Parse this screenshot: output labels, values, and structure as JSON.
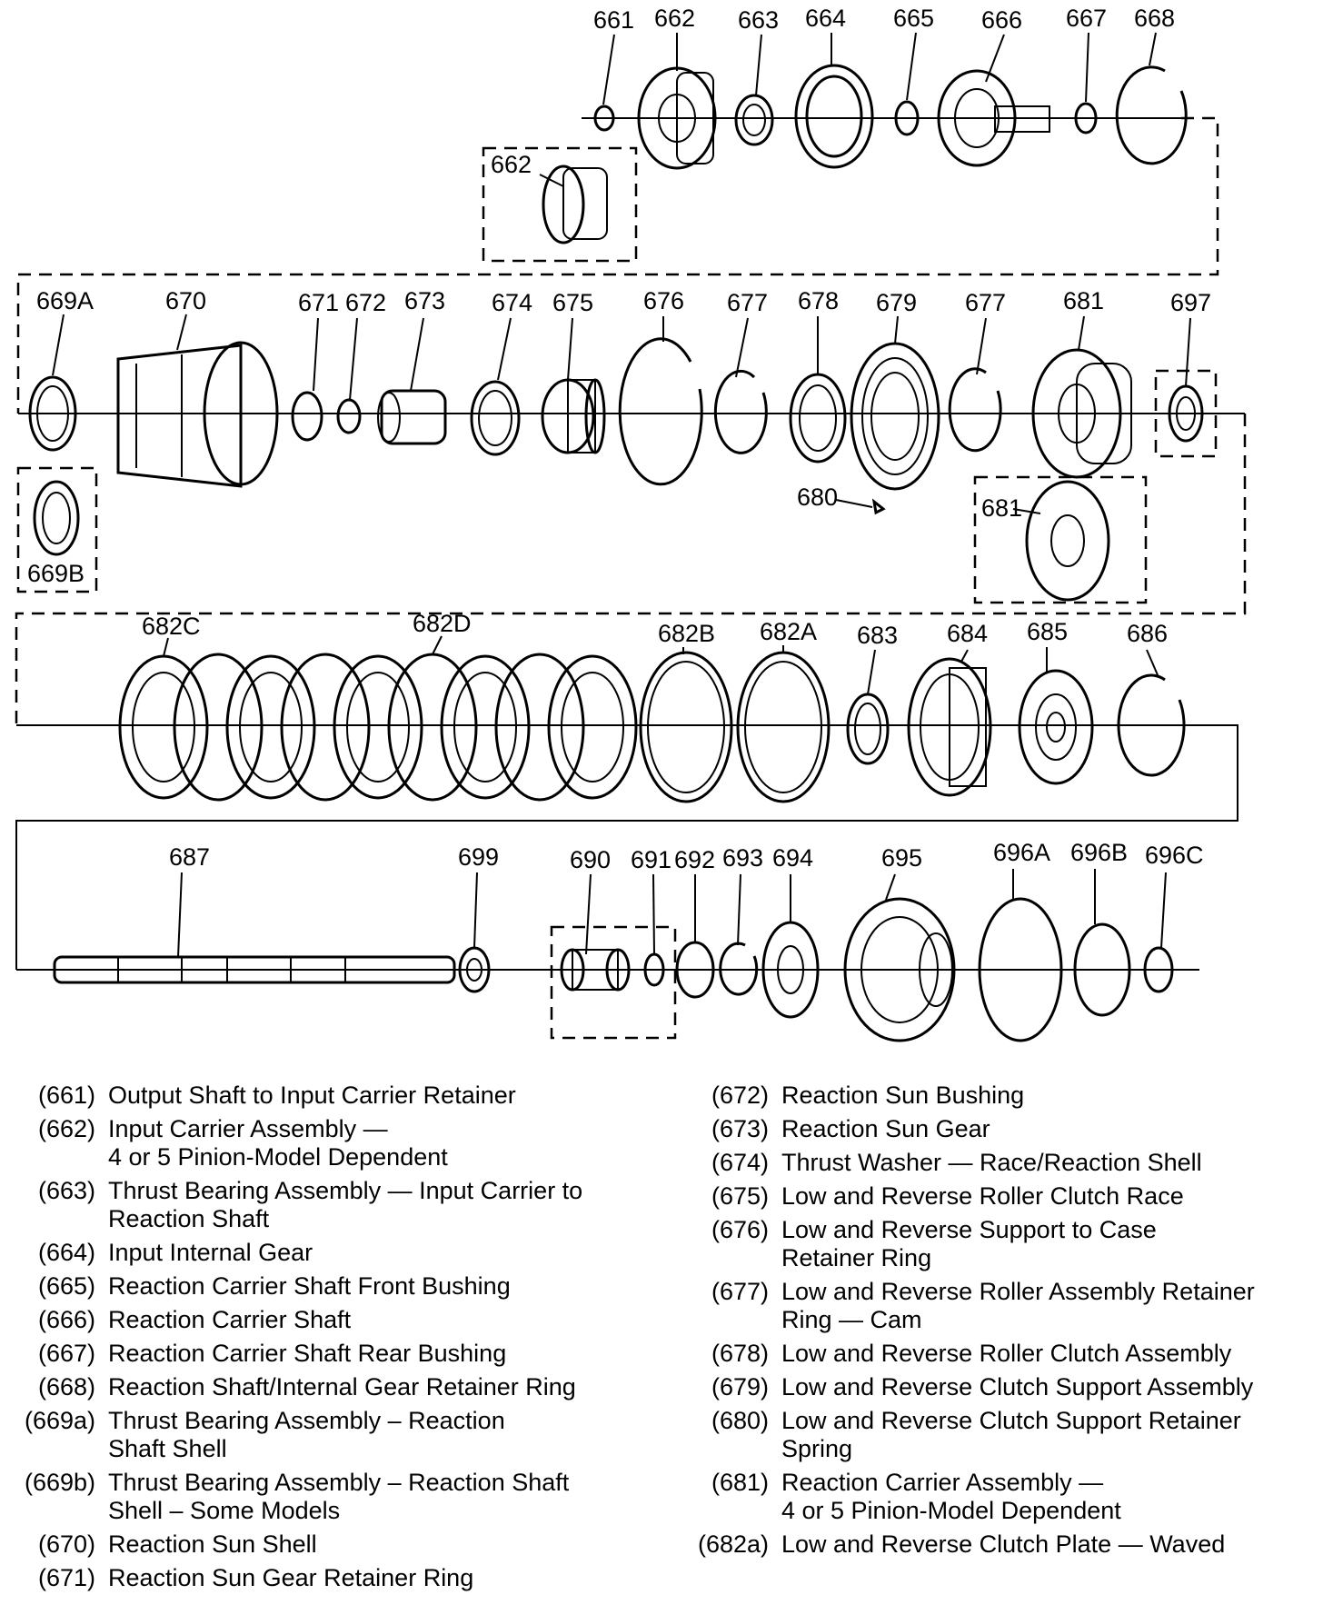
{
  "labels": {
    "l661": "661",
    "l662": "662",
    "l662b": "662",
    "l663": "663",
    "l664": "664",
    "l665": "665",
    "l666": "666",
    "l667": "667",
    "l668": "668",
    "l669A": "669A",
    "l669B": "669B",
    "l670": "670",
    "l671": "671",
    "l672": "672",
    "l673": "673",
    "l674": "674",
    "l675": "675",
    "l676": "676",
    "l677a": "677",
    "l678": "678",
    "l679": "679",
    "l677b": "677",
    "l681": "681",
    "l681b": "681",
    "l697": "697",
    "l680": "680",
    "l682C": "682C",
    "l682D": "682D",
    "l682B": "682B",
    "l682A": "682A",
    "l683": "683",
    "l684": "684",
    "l685": "685",
    "l686": "686",
    "l687": "687",
    "l699": "699",
    "l690": "690",
    "l691": "691",
    "l692": "692",
    "l693": "693",
    "l694": "694",
    "l695": "695",
    "l696A": "696A",
    "l696B": "696B",
    "l696C": "696C"
  },
  "legend_left": [
    {
      "num": "(661)",
      "desc": "Output Shaft to Input Carrier Retainer"
    },
    {
      "num": "(662)",
      "desc": "Input Carrier Assembly —\n4 or 5 Pinion-Model Dependent"
    },
    {
      "num": "(663)",
      "desc": "Thrust Bearing Assembly — Input Carrier to\nReaction Shaft"
    },
    {
      "num": "(664)",
      "desc": "Input Internal Gear"
    },
    {
      "num": "(665)",
      "desc": "Reaction Carrier Shaft Front Bushing"
    },
    {
      "num": "(666)",
      "desc": "Reaction Carrier Shaft"
    },
    {
      "num": "(667)",
      "desc": "Reaction Carrier Shaft Rear Bushing"
    },
    {
      "num": "(668)",
      "desc": "Reaction Shaft/Internal Gear Retainer Ring"
    },
    {
      "num": "(669a)",
      "desc": "Thrust Bearing Assembly – Reaction\nShaft Shell"
    },
    {
      "num": "(669b)",
      "desc": "Thrust Bearing Assembly – Reaction Shaft\nShell – Some Models"
    },
    {
      "num": "(670)",
      "desc": "Reaction Sun Shell"
    },
    {
      "num": "(671)",
      "desc": "Reaction Sun Gear Retainer Ring"
    }
  ],
  "legend_right": [
    {
      "num": "(672)",
      "desc": "Reaction Sun Bushing"
    },
    {
      "num": "(673)",
      "desc": "Reaction Sun Gear"
    },
    {
      "num": "(674)",
      "desc": "Thrust Washer — Race/Reaction Shell"
    },
    {
      "num": "(675)",
      "desc": "Low and Reverse Roller Clutch Race"
    },
    {
      "num": "(676)",
      "desc": "Low and Reverse Support to Case\nRetainer Ring"
    },
    {
      "num": "(677)",
      "desc": "Low and Reverse Roller Assembly Retainer\nRing — Cam"
    },
    {
      "num": "(678)",
      "desc": "Low and Reverse Roller Clutch Assembly"
    },
    {
      "num": "(679)",
      "desc": "Low and Reverse Clutch Support Assembly"
    },
    {
      "num": "(680)",
      "desc": "Low and Reverse Clutch Support Retainer\nSpring"
    },
    {
      "num": "(681)",
      "desc": "Reaction Carrier Assembly —\n4 or 5 Pinion-Model Dependent"
    },
    {
      "num": "(682a)",
      "desc": "Low and Reverse Clutch Plate — Waved"
    }
  ]
}
